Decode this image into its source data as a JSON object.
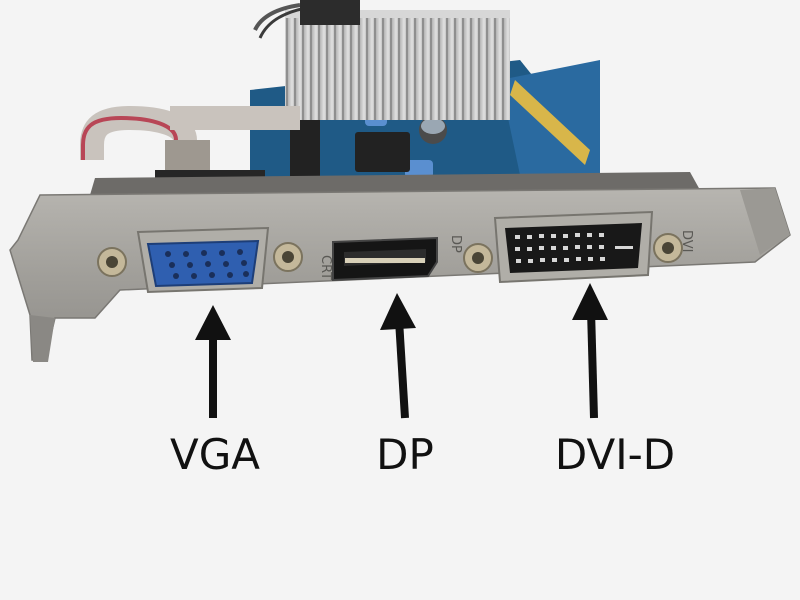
{
  "labels": {
    "vga": "VGA",
    "dp": "DP",
    "dvi": "DVI-D"
  },
  "bracket_print": {
    "crt": "CRT",
    "dp": "DP",
    "dvi": "DVI"
  },
  "colors": {
    "vga_port": "#2f5fb0",
    "bracket": "#a8a6a1",
    "pcb": "#1f5a86",
    "heatsink": "#c9c9c9"
  }
}
